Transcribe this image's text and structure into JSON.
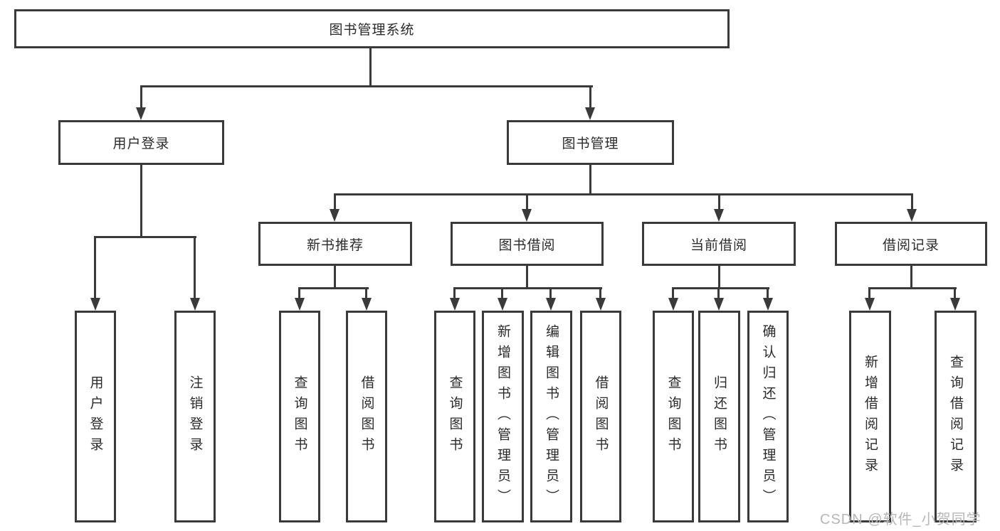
{
  "diagram": {
    "type": "hierarchy-tree",
    "colors": {
      "line": "#3a3a3a",
      "box_border": "#3a3a3a",
      "box_bg": "#ffffff",
      "text": "#2b2b2b",
      "watermark": "#b7b7b7"
    },
    "watermark": "CSDN @软件_小贺同学",
    "nodes": {
      "root": {
        "label": "图书管理系统"
      },
      "user_login": {
        "label": "用户登录"
      },
      "book_mgmt": {
        "label": "图书管理"
      },
      "new_book_recommend": {
        "label": "新书推荐"
      },
      "book_borrow": {
        "label": "图书借阅"
      },
      "current_borrow": {
        "label": "当前借阅"
      },
      "borrow_record": {
        "label": "借阅记录"
      },
      "leaf_user_login": {
        "label": "用户登录"
      },
      "leaf_logout": {
        "label": "注销登录"
      },
      "leaf_query_books_recommend": {
        "label": "查询图书"
      },
      "leaf_borrow_books_recommend": {
        "label": "借阅图书"
      },
      "leaf_query_books_borrow": {
        "label": "查询图书"
      },
      "leaf_add_book_admin": {
        "label": "新增图书（管理员）"
      },
      "leaf_edit_book_admin": {
        "label": "编辑图书（管理员）"
      },
      "leaf_borrow_books": {
        "label": "借阅图书"
      },
      "leaf_query_books_current": {
        "label": "查询图书"
      },
      "leaf_return_book": {
        "label": "归还图书"
      },
      "leaf_confirm_return_admin": {
        "label": "确认归还（管理员）"
      },
      "leaf_add_borrow_record": {
        "label": "新增借阅记录"
      },
      "leaf_query_borrow_record": {
        "label": "查询借阅记录"
      }
    },
    "edges": [
      {
        "parent": "图书管理系统",
        "children": [
          "用户登录",
          "图书管理"
        ]
      },
      {
        "parent": "用户登录",
        "children": [
          "用户登录",
          "注销登录"
        ]
      },
      {
        "parent": "图书管理",
        "children": [
          "新书推荐",
          "图书借阅",
          "当前借阅",
          "借阅记录"
        ]
      },
      {
        "parent": "新书推荐",
        "children": [
          "查询图书",
          "借阅图书"
        ]
      },
      {
        "parent": "图书借阅",
        "children": [
          "查询图书",
          "新增图书（管理员）",
          "编辑图书（管理员）",
          "借阅图书"
        ]
      },
      {
        "parent": "当前借阅",
        "children": [
          "查询图书",
          "归还图书",
          "确认归还（管理员）"
        ]
      },
      {
        "parent": "借阅记录",
        "children": [
          "新增借阅记录",
          "查询借阅记录"
        ]
      }
    ]
  }
}
